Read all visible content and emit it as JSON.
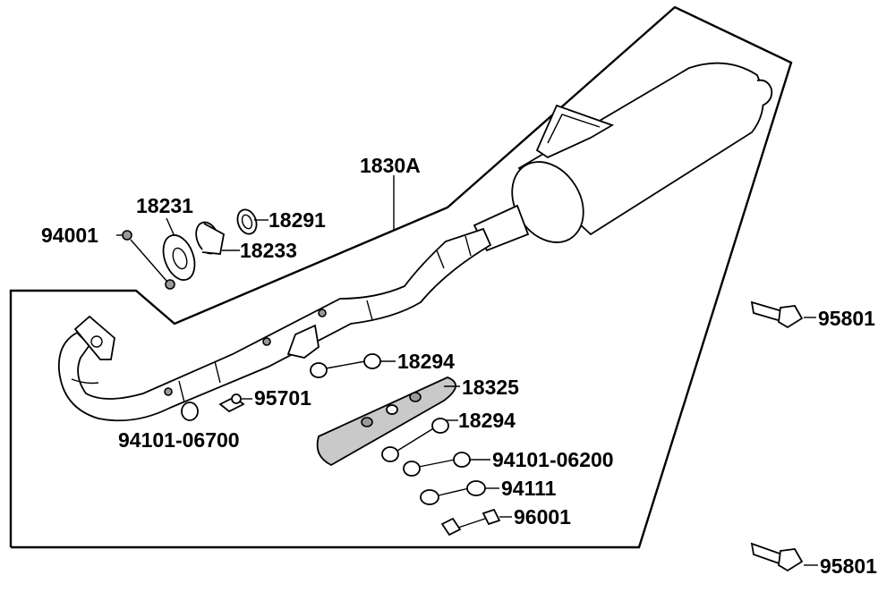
{
  "diagram": {
    "parts": [
      {
        "key": "exhaust_assembly",
        "number": "1830A"
      },
      {
        "key": "gasket_flange",
        "number": "18231"
      },
      {
        "key": "gasket_ring",
        "number": "18291"
      },
      {
        "key": "collar",
        "number": "18233"
      },
      {
        "key": "nut_flange",
        "number": "94001"
      },
      {
        "key": "bolt_upper",
        "number": "95801"
      },
      {
        "key": "washer_upper",
        "number": "18294"
      },
      {
        "key": "heat_protector",
        "number": "18325"
      },
      {
        "key": "bolt_small",
        "number": "95701"
      },
      {
        "key": "washer_lower",
        "number": "18294"
      },
      {
        "key": "collar_left",
        "number": "94101-06700"
      },
      {
        "key": "collar_right",
        "number": "94101-06200"
      },
      {
        "key": "clip",
        "number": "94111"
      },
      {
        "key": "screw",
        "number": "96001"
      },
      {
        "key": "bolt_lower",
        "number": "95801"
      }
    ]
  }
}
